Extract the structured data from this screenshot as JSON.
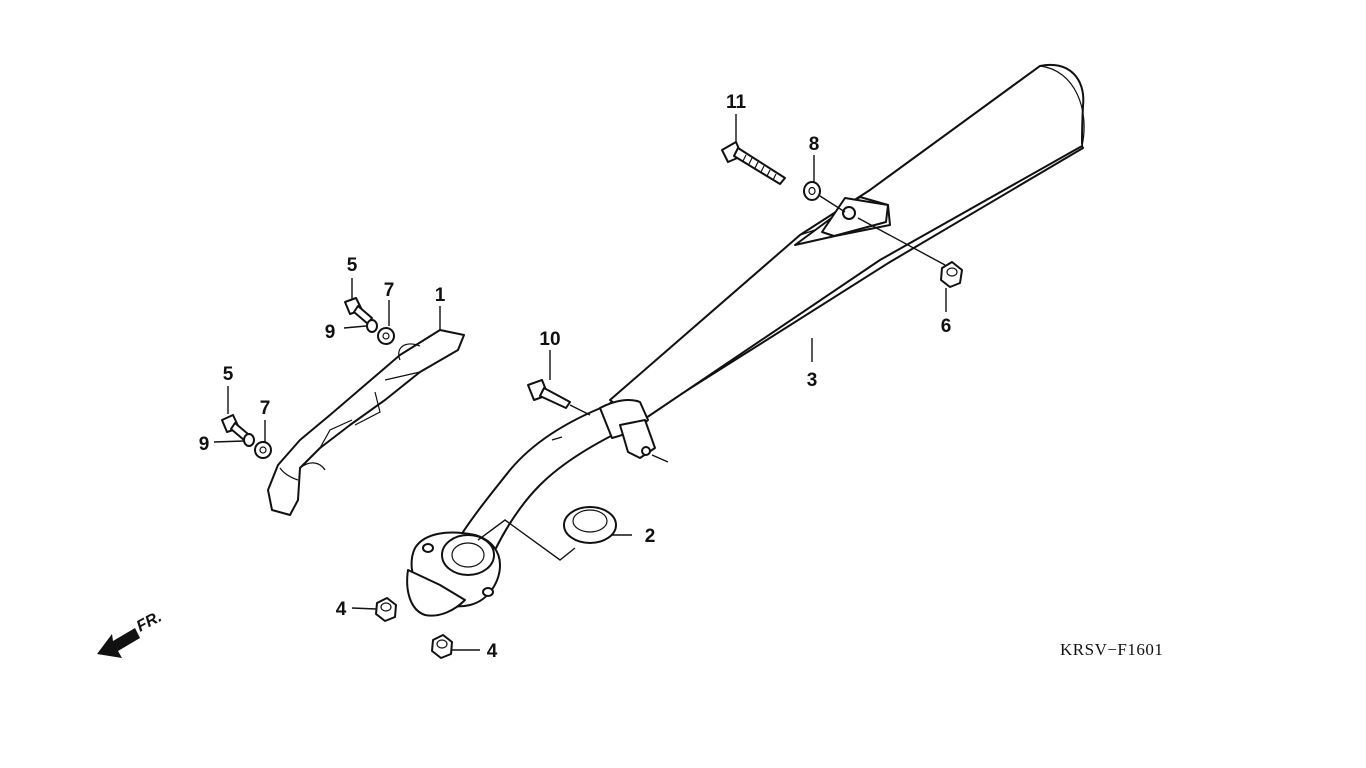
{
  "diagram": {
    "code": "KRSV−F1601",
    "direction_label": "FR.",
    "callouts": {
      "c1": "1",
      "c2": "2",
      "c3": "3",
      "c4a": "4",
      "c4b": "4",
      "c5a": "5",
      "c5b": "5",
      "c6": "6",
      "c7a": "7",
      "c7b": "7",
      "c8": "8",
      "c9a": "9",
      "c9b": "9",
      "c10": "10",
      "c11": "11"
    }
  }
}
